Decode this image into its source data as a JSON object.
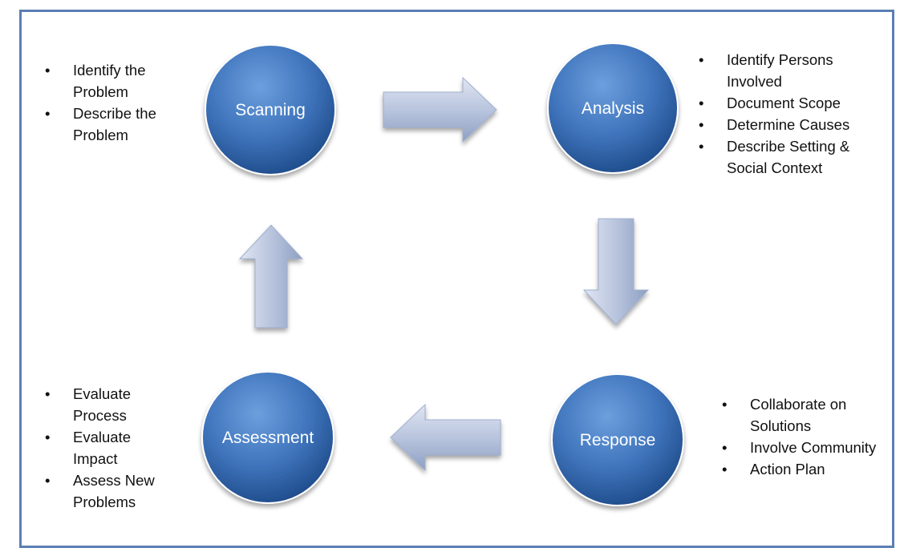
{
  "stages": [
    {
      "id": "scanning",
      "label": "Scanning",
      "bullets": [
        "Identify the Problem",
        "Describe the Problem"
      ]
    },
    {
      "id": "analysis",
      "label": "Analysis",
      "bullets": [
        "Identify Persons Involved",
        "Document Scope",
        "Determine Causes",
        "Describe Setting & Social Context"
      ]
    },
    {
      "id": "response",
      "label": "Response",
      "bullets": [
        "Collaborate on Solutions",
        "Involve Community",
        "Action Plan"
      ]
    },
    {
      "id": "assessment",
      "label": "Assessment",
      "bullets": [
        "Evaluate Process",
        "Evaluate Impact",
        "Assess New Problems"
      ]
    }
  ],
  "arrows": [
    {
      "from": "Scanning",
      "to": "Analysis"
    },
    {
      "from": "Analysis",
      "to": "Response"
    },
    {
      "from": "Response",
      "to": "Assessment"
    },
    {
      "from": "Assessment",
      "to": "Scanning"
    }
  ],
  "colors": {
    "frame_border": "#5b7fb5",
    "circle_light": "#5e93d6",
    "circle_dark": "#1f4e8c",
    "arrow_light": "#d5dced",
    "arrow_dark": "#8c9ec0"
  }
}
